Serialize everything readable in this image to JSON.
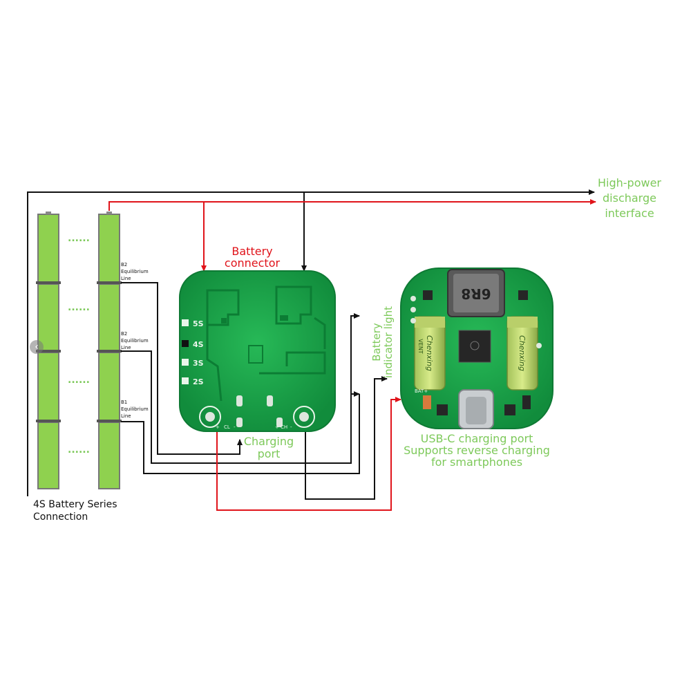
{
  "labels": {
    "high_power": [
      "High-power",
      "discharge",
      "interface"
    ],
    "battery_connector": [
      "Battery",
      "connector"
    ],
    "charging_port": [
      "Charging",
      "port"
    ],
    "battery_indicator": [
      "Battery",
      "indicator light"
    ],
    "usbc": [
      "USB-C charging port",
      "Supports reverse charging",
      "for smartphones"
    ],
    "series": [
      "4S Battery Series",
      "Connection"
    ],
    "b2_top": [
      "B2",
      "Equilibrium",
      "Line"
    ],
    "b2_mid": [
      "B2",
      "Equilibrium",
      "Line"
    ],
    "b1": [
      "B1",
      "Equilibrium",
      "Line"
    ]
  },
  "pcb_left": {
    "cell_marks": [
      "5S",
      "4S",
      "3S",
      "2S"
    ],
    "pad_marks": [
      "+",
      "CL",
      "-",
      "+",
      "CH",
      "-"
    ]
  },
  "pcb_right": {
    "inductor_mark": "6R8",
    "capacitor_text": "Chenxing",
    "capacitor_text_2": "VENT",
    "bat_mark": "BAT+"
  },
  "dots": "......",
  "colors": {
    "green_text": "#7dc95a",
    "red": "#e0131a",
    "black": "#111111",
    "battery_fill": "#8fd14f",
    "pcb": "#1aa64a"
  }
}
